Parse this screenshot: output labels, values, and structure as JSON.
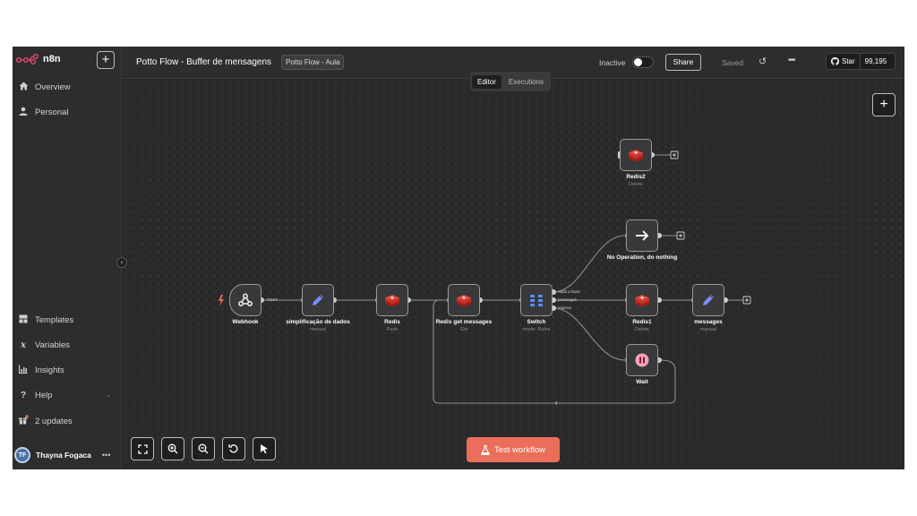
{
  "app": {
    "logo_text": "n8n"
  },
  "sidebar": {
    "items_top": [
      {
        "label": "Overview",
        "icon": "home-icon"
      },
      {
        "label": "Personal",
        "icon": "user-icon"
      }
    ],
    "items_bottom": [
      {
        "label": "Templates",
        "icon": "templates-icon"
      },
      {
        "label": "Variables",
        "icon": "variables-icon"
      },
      {
        "label": "Insights",
        "icon": "insights-icon"
      },
      {
        "label": "Help",
        "icon": "help-icon"
      },
      {
        "label": "2 updates",
        "icon": "gift-icon"
      }
    ],
    "user": {
      "initials": "TF",
      "name": "Thayna Fogaca"
    }
  },
  "header": {
    "workflow_title": "Potto Flow - Buffer de mensagens",
    "tag": "Potto Flow - Aula",
    "status_label": "Inactive",
    "share_label": "Share",
    "saved_label": "Saved",
    "github_star_label": "Star",
    "github_star_count": "99,195"
  },
  "tabs": [
    {
      "label": "Editor",
      "active": true
    },
    {
      "label": "Executions",
      "active": false
    }
  ],
  "nodes": {
    "webhook": {
      "title": "Webhook",
      "subtitle": "",
      "output_label": "POST"
    },
    "simplify": {
      "title": "simplificação de dados",
      "subtitle": "manual"
    },
    "redis": {
      "title": "Redis",
      "subtitle": "Push"
    },
    "redis_get": {
      "title": "Redis get messages",
      "subtitle": "Get"
    },
    "switch": {
      "title": "Switch",
      "subtitle": "mode: Rules",
      "outputs": [
        "nada a fazer",
        "prosseguir",
        "esperar"
      ]
    },
    "redis1": {
      "title": "Redis1",
      "subtitle": "Delete"
    },
    "messages": {
      "title": "messages",
      "subtitle": "manual"
    },
    "redis2": {
      "title": "Redis2",
      "subtitle": "Delete"
    },
    "noop": {
      "title": "No Operation, do nothing",
      "subtitle": ""
    },
    "wait": {
      "title": "Wait",
      "subtitle": ""
    }
  },
  "test_button_label": "Test workflow",
  "colors": {
    "accent": "#ea6e5a",
    "redis_red": "#d82c20",
    "edit_blue": "#7b8cff",
    "wait_pink": "#f5a3b6"
  }
}
